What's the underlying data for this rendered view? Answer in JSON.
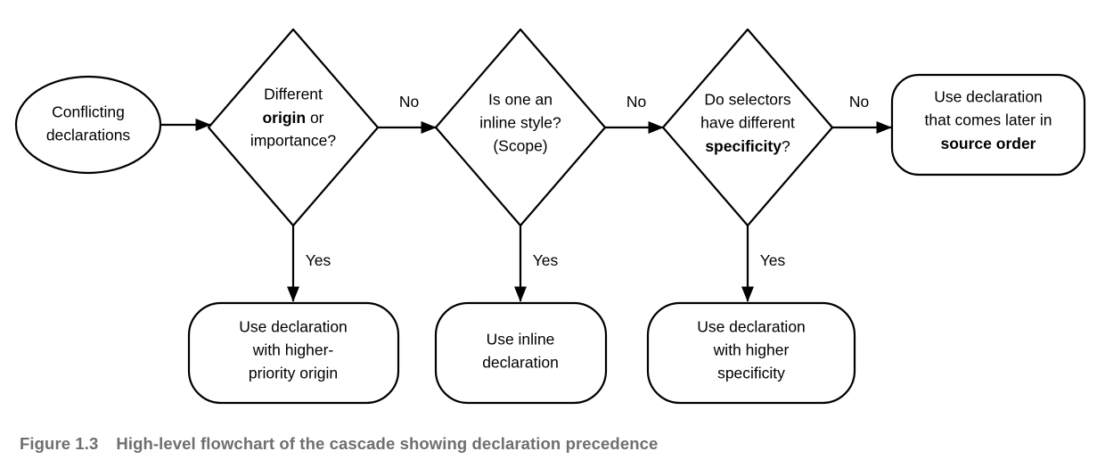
{
  "figure": {
    "caption_number": "Figure 1.3",
    "caption_text": "High-level flowchart of the cascade showing declaration precedence",
    "caption_color": "#6f6f73"
  },
  "diagram": {
    "type": "flowchart",
    "stroke_color": "#000000",
    "fill_color": "#ffffff",
    "start": {
      "shape": "ellipse",
      "line1": "Conflicting",
      "line2": "declarations"
    },
    "decisions": [
      {
        "shape": "diamond",
        "line1": "Different",
        "line2_bold": "origin",
        "line2_rest": " or",
        "line3": "importance?",
        "no_label": "No",
        "yes_label": "Yes"
      },
      {
        "shape": "diamond",
        "line1": "Is one an",
        "line2": "inline style?",
        "line3": "(Scope)",
        "no_label": "No",
        "yes_label": "Yes"
      },
      {
        "shape": "diamond",
        "line1": "Do selectors",
        "line2": "have different",
        "line3_bold": "specificity",
        "line3_rest": "?",
        "no_label": "No",
        "yes_label": "Yes"
      }
    ],
    "outcomes_bottom": [
      {
        "shape": "rounded-rect",
        "line1": "Use declaration",
        "line2": "with higher-",
        "line3": "priority origin"
      },
      {
        "shape": "rounded-rect",
        "line1": "Use inline",
        "line2": "declaration"
      },
      {
        "shape": "rounded-rect",
        "line1": "Use declaration",
        "line2": "with higher",
        "line3": "specificity"
      }
    ],
    "outcome_final": {
      "shape": "rounded-rect",
      "line1": "Use declaration",
      "line2": "that comes later in",
      "line3_bold": "source order"
    }
  }
}
